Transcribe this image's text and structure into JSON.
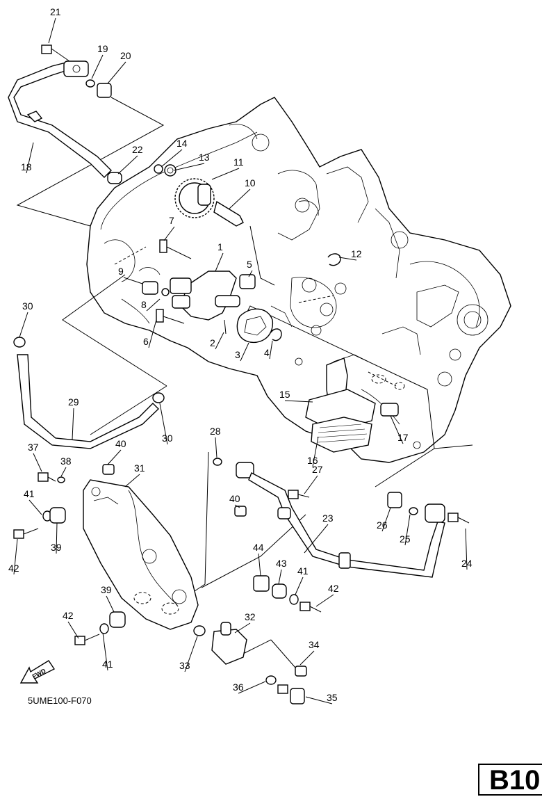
{
  "diagram_code": "5UME100-F070",
  "page_ref": "B10",
  "fwd_label": "FWD",
  "parts": [
    "1",
    "2",
    "3",
    "4",
    "5",
    "6",
    "7",
    "8",
    "9",
    "10",
    "11",
    "12",
    "13",
    "14",
    "15",
    "16",
    "17",
    "18",
    "19",
    "20",
    "21",
    "22",
    "23",
    "24",
    "25",
    "26",
    "27",
    "28",
    "29",
    "30",
    "30",
    "31",
    "32",
    "33",
    "34",
    "35",
    "36",
    "37",
    "38",
    "39",
    "39",
    "40",
    "40",
    "41",
    "41",
    "41",
    "42",
    "42",
    "42",
    "43",
    "44"
  ]
}
